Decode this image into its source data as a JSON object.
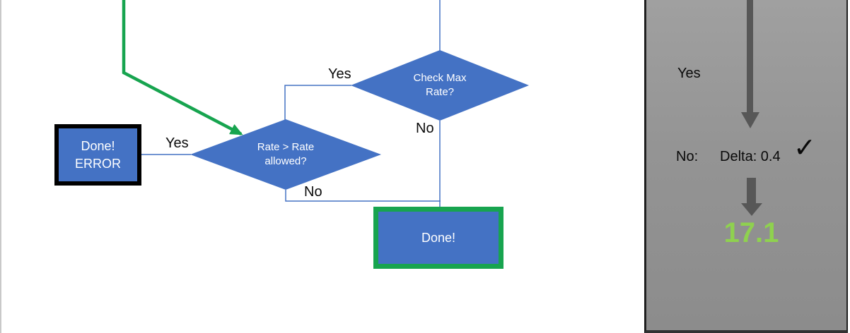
{
  "flowchart": {
    "check_max_diamond": {
      "line1": "Check Max",
      "line2": "Rate?"
    },
    "rate_diamond": {
      "line1": "Rate > Rate",
      "line2": "allowed?"
    },
    "done_error_box": {
      "line1": "Done!",
      "line2": "ERROR"
    },
    "done_box": {
      "label": "Done!"
    },
    "labels": {
      "check_max_yes": "Yes",
      "check_max_no": "No",
      "rate_yes": "Yes",
      "rate_no": "No"
    }
  },
  "side_panel": {
    "yes_label": "Yes",
    "no_label": "No:",
    "delta_label": "Delta: 0.4",
    "check_icon": "✓",
    "result_value": "17.1"
  },
  "colors": {
    "shape_blue": "#4472C4",
    "accent_green": "#17a44f",
    "result_green": "#8FD14F",
    "arrow_gray": "#575757",
    "panel_gray": "#949494"
  }
}
